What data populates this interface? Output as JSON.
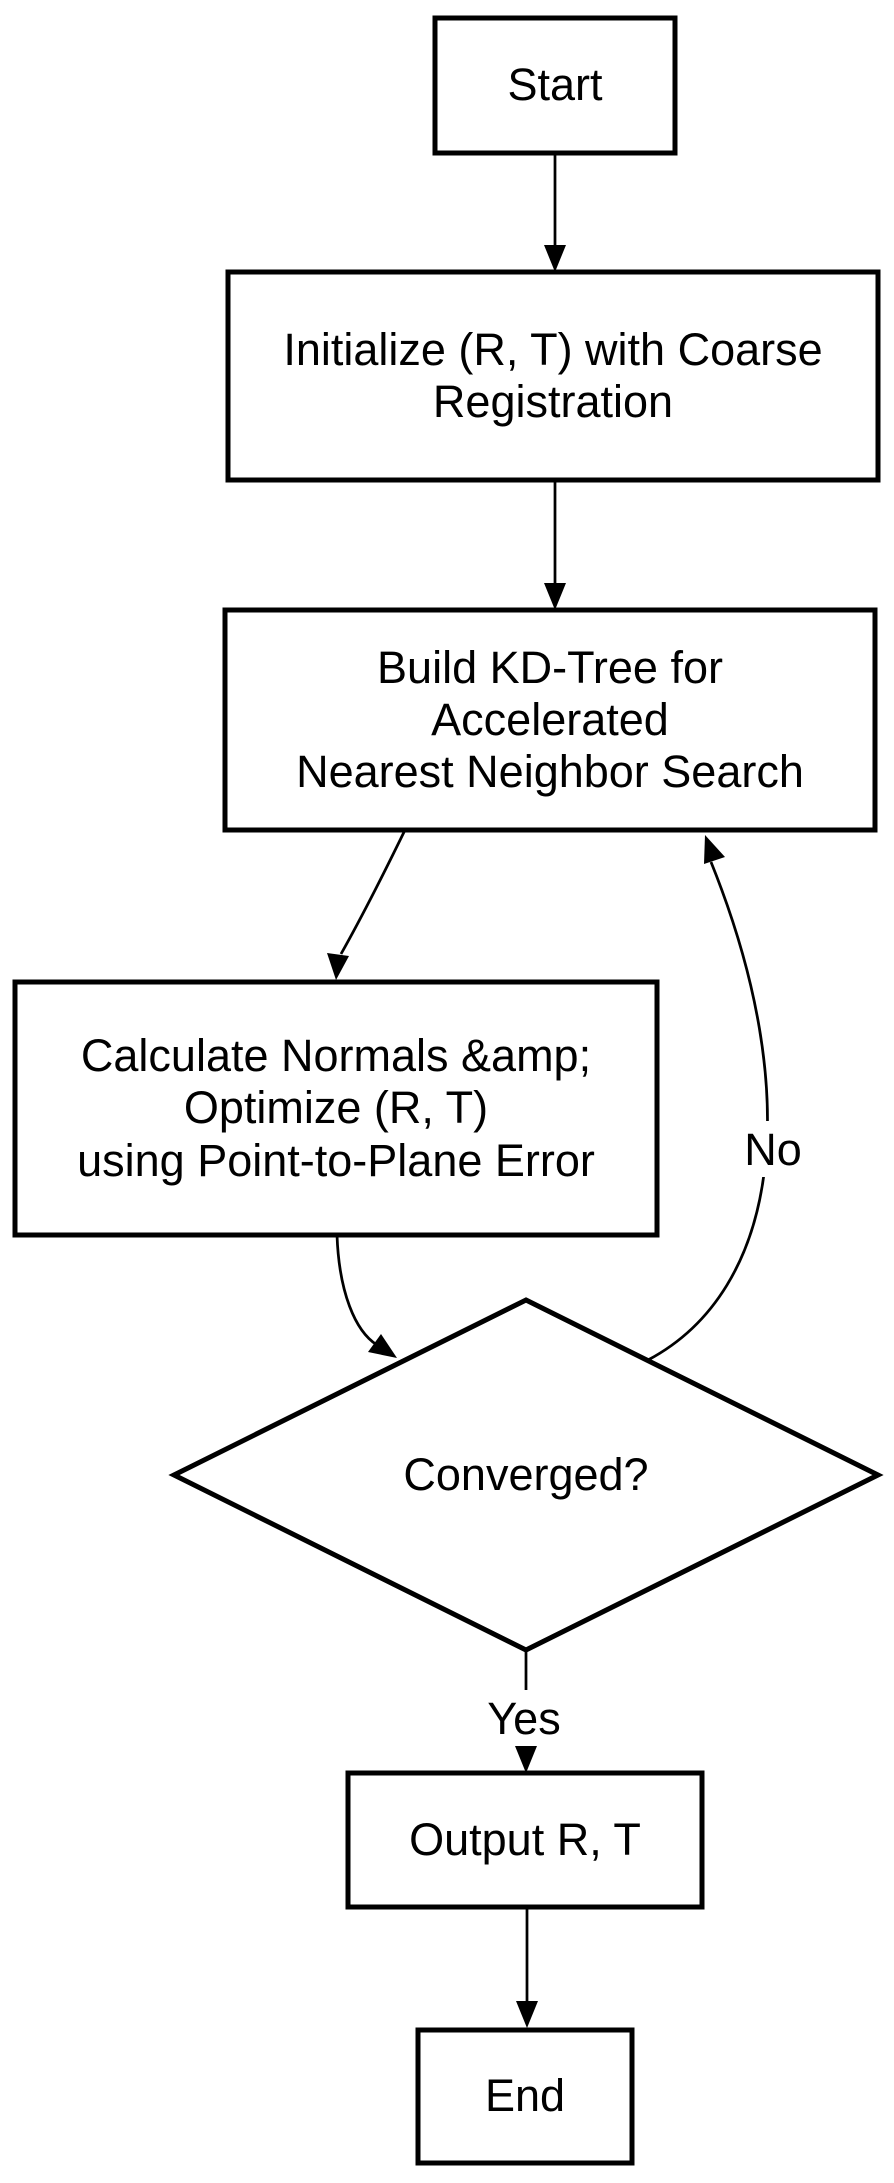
{
  "flowchart": {
    "nodes": {
      "start": {
        "label": "Start",
        "shape": "rect"
      },
      "initialize": {
        "label": "Initialize (R, T) with Coarse\nRegistration",
        "shape": "rect"
      },
      "build_kdtree": {
        "label": "Build KD-Tree for\nAccelerated\nNearest Neighbor Search",
        "shape": "rect"
      },
      "calculate_optimize": {
        "label": "Calculate Normals &amp;\nOptimize (R, T)\nusing Point-to-Plane Error",
        "shape": "rect"
      },
      "converged": {
        "label": "Converged?",
        "shape": "diamond"
      },
      "output": {
        "label": "Output R, T",
        "shape": "rect"
      },
      "end": {
        "label": "End",
        "shape": "rect"
      }
    },
    "edge_labels": {
      "no": "No",
      "yes": "Yes"
    },
    "colors": {
      "stroke": "#000000",
      "node_fill": "#ffffff",
      "text": "#000000",
      "background": "#ffffff"
    }
  }
}
